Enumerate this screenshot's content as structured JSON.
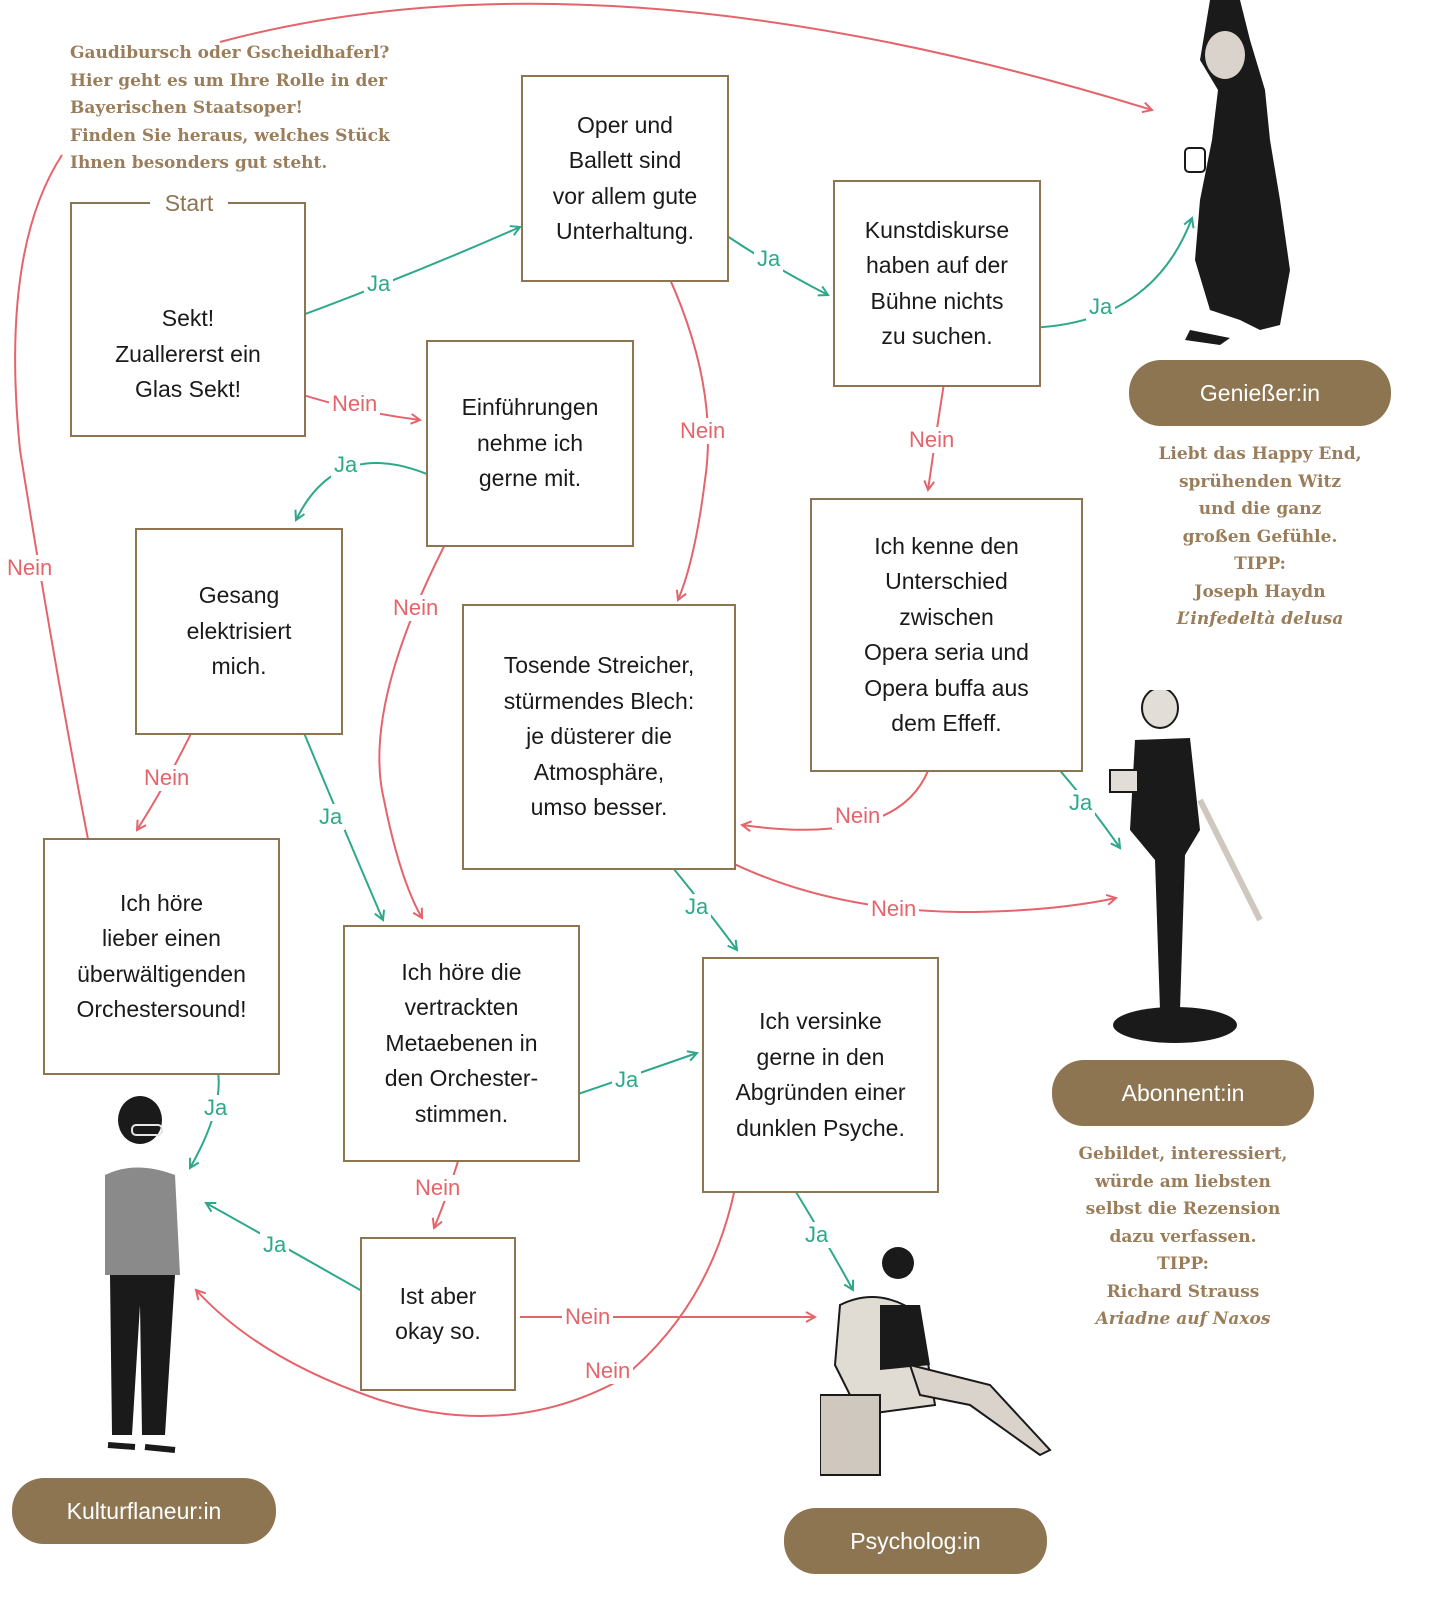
{
  "intro": {
    "line1": "Gaudibursch oder Gscheidhaferl?",
    "line2": "Hier geht es um Ihre Rolle in der",
    "line3": "Bayerischen Staatsoper!",
    "line4": "Finden Sie heraus, welches Stück",
    "line5": "Ihnen besonders gut steht."
  },
  "start_label": "Start",
  "boxes": {
    "sekt": "Sekt!\nZuallererst ein\nGlas Sekt!",
    "oper": "Oper und\nBallett sind\nvor allem gute\nUnterhaltung.",
    "kunst": "Kunstdiskurse\nhaben auf der\nBühne nichts\nzu suchen.",
    "einf": "Einführungen\nnehme ich\ngerne mit.",
    "gesang": "Gesang\nelektrisiert\nmich.",
    "tosende": "Tosende Streicher,\nstürmendes Blech:\nje düsterer die\nAtmosphäre,\numso besser.",
    "kenne": "Ich kenne den\nUnterschied\nzwischen\nOpera seria und\nOpera buffa aus\ndem Effeff.",
    "hoere_lieber": "Ich höre\nlieber einen\nüberwältigenden\nOrchestersound!",
    "metaebenen": "Ich höre die\nvertrackten\nMetaebenen in\nden Orchester-\nstimmen.",
    "versinke": "Ich versinke\ngerne in den\nAbgründen einer\ndunklen Psyche.",
    "okay": "Ist aber\nokay so."
  },
  "labels": {
    "ja": "Ja",
    "nein": "Nein"
  },
  "results": {
    "geniesser": {
      "name": "Genießer:in",
      "desc1": "Liebt das Happy End,",
      "desc2": "sprühenden Witz",
      "desc3": "und die ganz",
      "desc4": "großen Gefühle.",
      "tipp": "TIPP:",
      "composer": "Joseph Haydn",
      "work": "L’infedeltà delusa"
    },
    "abonnent": {
      "name": "Abonnent:in",
      "desc1": "Gebildet, interessiert,",
      "desc2": "würde am liebsten",
      "desc3": "selbst die Rezension",
      "desc4": "dazu verfassen.",
      "tipp": "TIPP:",
      "composer": "Richard Strauss",
      "work": "Ariadne auf Naxos"
    },
    "kulturflaneur": {
      "name": "Kulturflaneur:in"
    },
    "psychologin": {
      "name": "Psycholog:in"
    }
  },
  "colors": {
    "brown": "#8e7552",
    "ja_green": "#2ea88b",
    "nein_red": "#e5646b",
    "text": "#1a1a1a"
  }
}
